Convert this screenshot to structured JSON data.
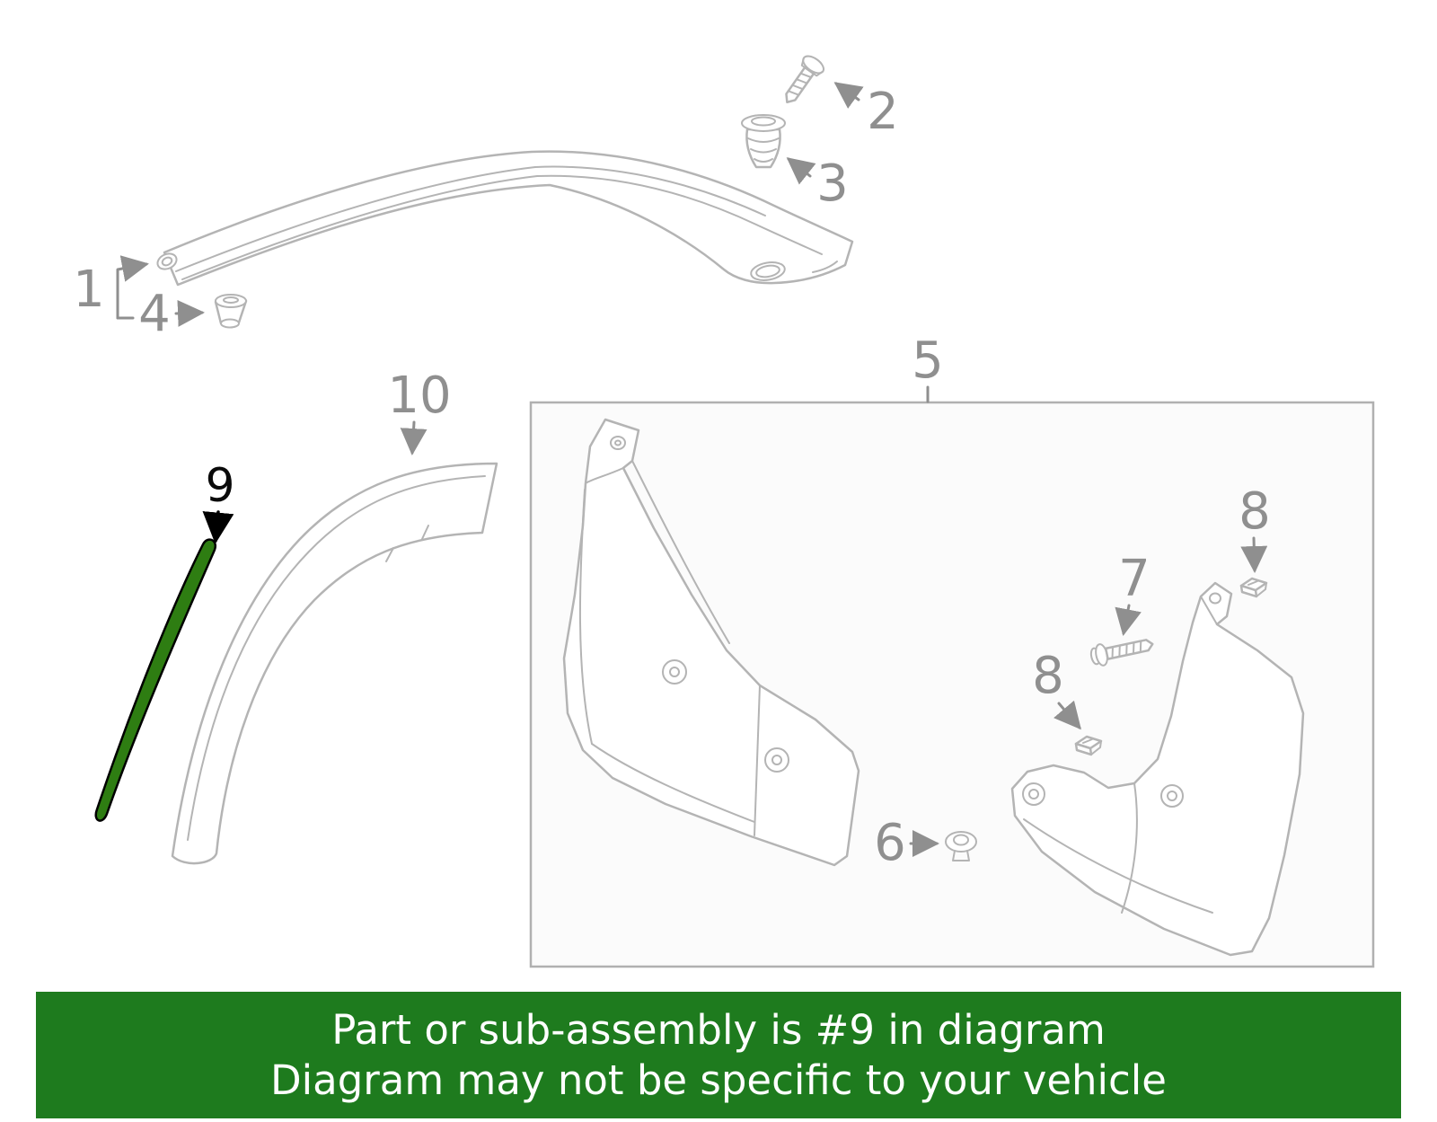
{
  "banner": {
    "line1": "Part or sub-assembly is #9 in diagram",
    "line2": "Diagram may not be specific to your vehicle"
  },
  "callouts": {
    "molding": "1",
    "screw": "2",
    "grommet": "3",
    "cone_nut": "4",
    "guard_set": "5",
    "rivet": "6",
    "bolt": "7",
    "clip_rear": "8",
    "clip_front": "8",
    "highlighted_part": "9",
    "arch_molding": "10"
  },
  "colors": {
    "banner_green": "#1e7b1e",
    "banner_text": "#ffffff",
    "highlight_fill": "#2e7d12",
    "highlight_stroke": "#000000",
    "line_gray": "#b4b4b4",
    "callout_gray": "#8f8f8f"
  }
}
